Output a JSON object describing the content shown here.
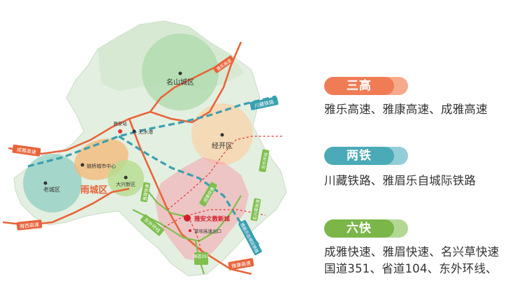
{
  "map": {
    "labels": {
      "mingshan": "名山城区",
      "wuxigang": "无水港",
      "xinanzhan": "雅安站",
      "jingkai": "经开区",
      "yaolian": "姚桥城市中心",
      "daxing": "大兴新区",
      "laocheng": "老城区",
      "yucheng": "雨城区",
      "wenjiao": "雅安文教新城",
      "gaosu_exit": "草坝高速出口",
      "chengya_gaosu": "成雅高速",
      "chuanzang_tielu": "川藏铁路",
      "guodao": "国道351",
      "yaxi_gaosu": "雅西高速",
      "dongwai": "东外环线",
      "chengya_kuaisu": "成雅快速",
      "yamei_kuaisu": "雅眉快速",
      "yamei_tielu": "雅眉乐自城际铁路",
      "mingxing": "名兴草快速",
      "yakang": "雅康高速",
      "yaluo": "雅乐高速",
      "dongwai2": "东外环线"
    },
    "colors": {
      "land": "#dfeedd",
      "expressway": "#e8643a",
      "railway": "#3a9fb0",
      "fastroad": "#7fbf4f",
      "newtown": "#f2a6ad"
    }
  },
  "legend": [
    {
      "title": "三高",
      "color": "#f07c55",
      "desc_lines": [
        "雅乐高速、雅康高速、成雅高速"
      ]
    },
    {
      "title": "两铁",
      "color": "#4aaab7",
      "desc_lines": [
        "川藏铁路、雅眉乐自城际铁路"
      ]
    },
    {
      "title": "六快",
      "color": "#7ab648",
      "desc_lines": [
        "成雅快速、雅眉快速、名兴草快速",
        "国道351、省道104、东外环线、"
      ]
    }
  ]
}
